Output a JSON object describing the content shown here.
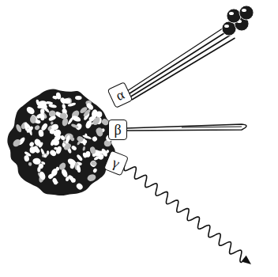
{
  "diagram": {
    "nodes": [
      {
        "text": [
          "α"
        ]
      },
      {
        "text": [
          "β"
        ]
      },
      {
        "text": [
          "γ"
        ]
      }
    ]
  }
}
